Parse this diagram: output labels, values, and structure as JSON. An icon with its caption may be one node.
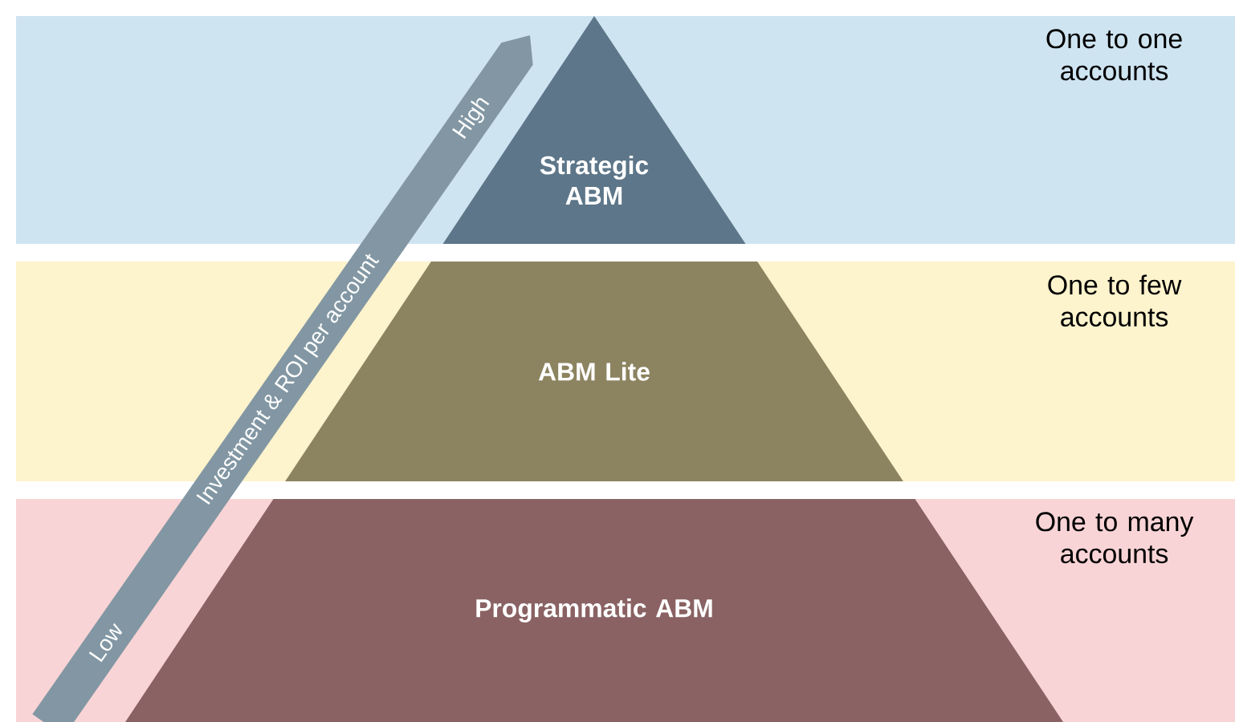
{
  "diagram": {
    "nodes": [
      {
        "text": [
          "One to one accounts"
        ]
      },
      {
        "text": [
          "Strategic ABM"
        ],
        "in": 0
      },
      {
        "text": [
          "One to few accounts"
        ]
      },
      {
        "text": [
          "ABM Lite"
        ],
        "in": 2
      },
      {
        "text": [
          "One to many accounts"
        ]
      },
      {
        "text": [
          "Programmatic ABM"
        ],
        "in": 4
      }
    ],
    "labels": [
      "Low",
      "Investment & ROI per account",
      "High"
    ]
  }
}
